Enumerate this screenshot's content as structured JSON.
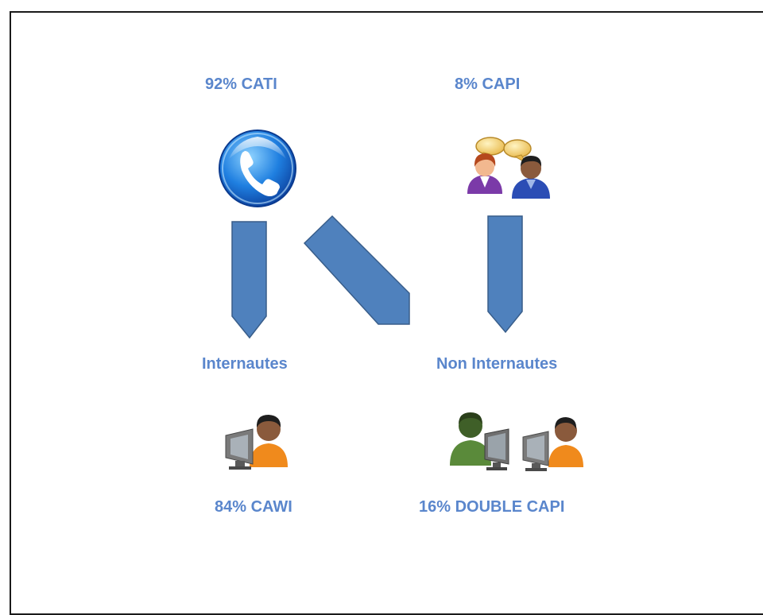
{
  "diagram": {
    "top_left_label": "92% CATI",
    "top_right_label": "8% CAPI",
    "mid_left_label": "Internautes",
    "mid_right_label": "Non Internautes",
    "bottom_left_label": "84% CAWI",
    "bottom_right_label": "16% DOUBLE CAPI"
  },
  "colors": {
    "label_text": "#5a86cc",
    "arrow_fill": "#4f81bd",
    "arrow_stroke": "#385d8a",
    "frame": "#1a1a1a"
  },
  "icons": {
    "cati": "phone-icon",
    "capi": "two-people-talking-icon",
    "cawi": "person-at-computer-icon",
    "double_capi": "two-people-at-computers-icon"
  }
}
